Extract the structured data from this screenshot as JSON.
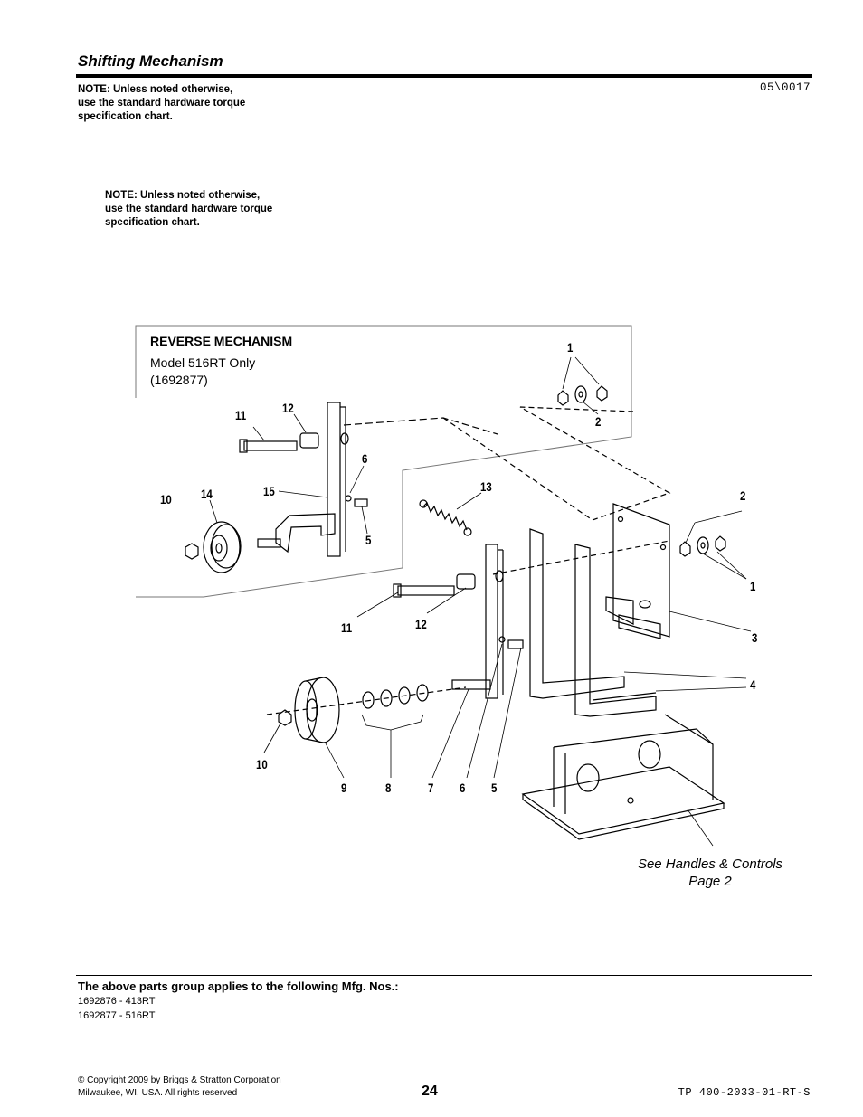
{
  "header": {
    "title": "Shifting Mechanism",
    "note": "NOTE: Unless noted otherwise,\nuse the standard hardware torque\nspecification chart.",
    "code": "05\\0017"
  },
  "figure": {
    "note": "NOTE: Unless noted otherwise,\nuse the standard hardware torque\nspecification chart.",
    "reverse_title": "REVERSE MECHANISM",
    "reverse_model": "Model 516RT Only\n(1692877)",
    "callouts": [
      "1",
      "2",
      "11",
      "12",
      "6",
      "10",
      "14",
      "15",
      "5",
      "13",
      "2",
      "1",
      "3",
      "11",
      "12",
      "4",
      "10",
      "9",
      "8",
      "7",
      "6",
      "5"
    ],
    "see_ref": "See Handles & Controls\nPage 2"
  },
  "footer": {
    "applies_title": "The above parts group applies to the following Mfg. Nos.:",
    "mfg_numbers": [
      "1692876 - 413RT",
      "1692877 - 516RT"
    ],
    "copyright_line1": "© Copyright  2009 by Briggs & Stratton Corporation",
    "copyright_line2": "Milwaukee, WI, USA. All rights reserved",
    "page_number": "24",
    "doc_code": "TP 400-2033-01-RT-S"
  }
}
